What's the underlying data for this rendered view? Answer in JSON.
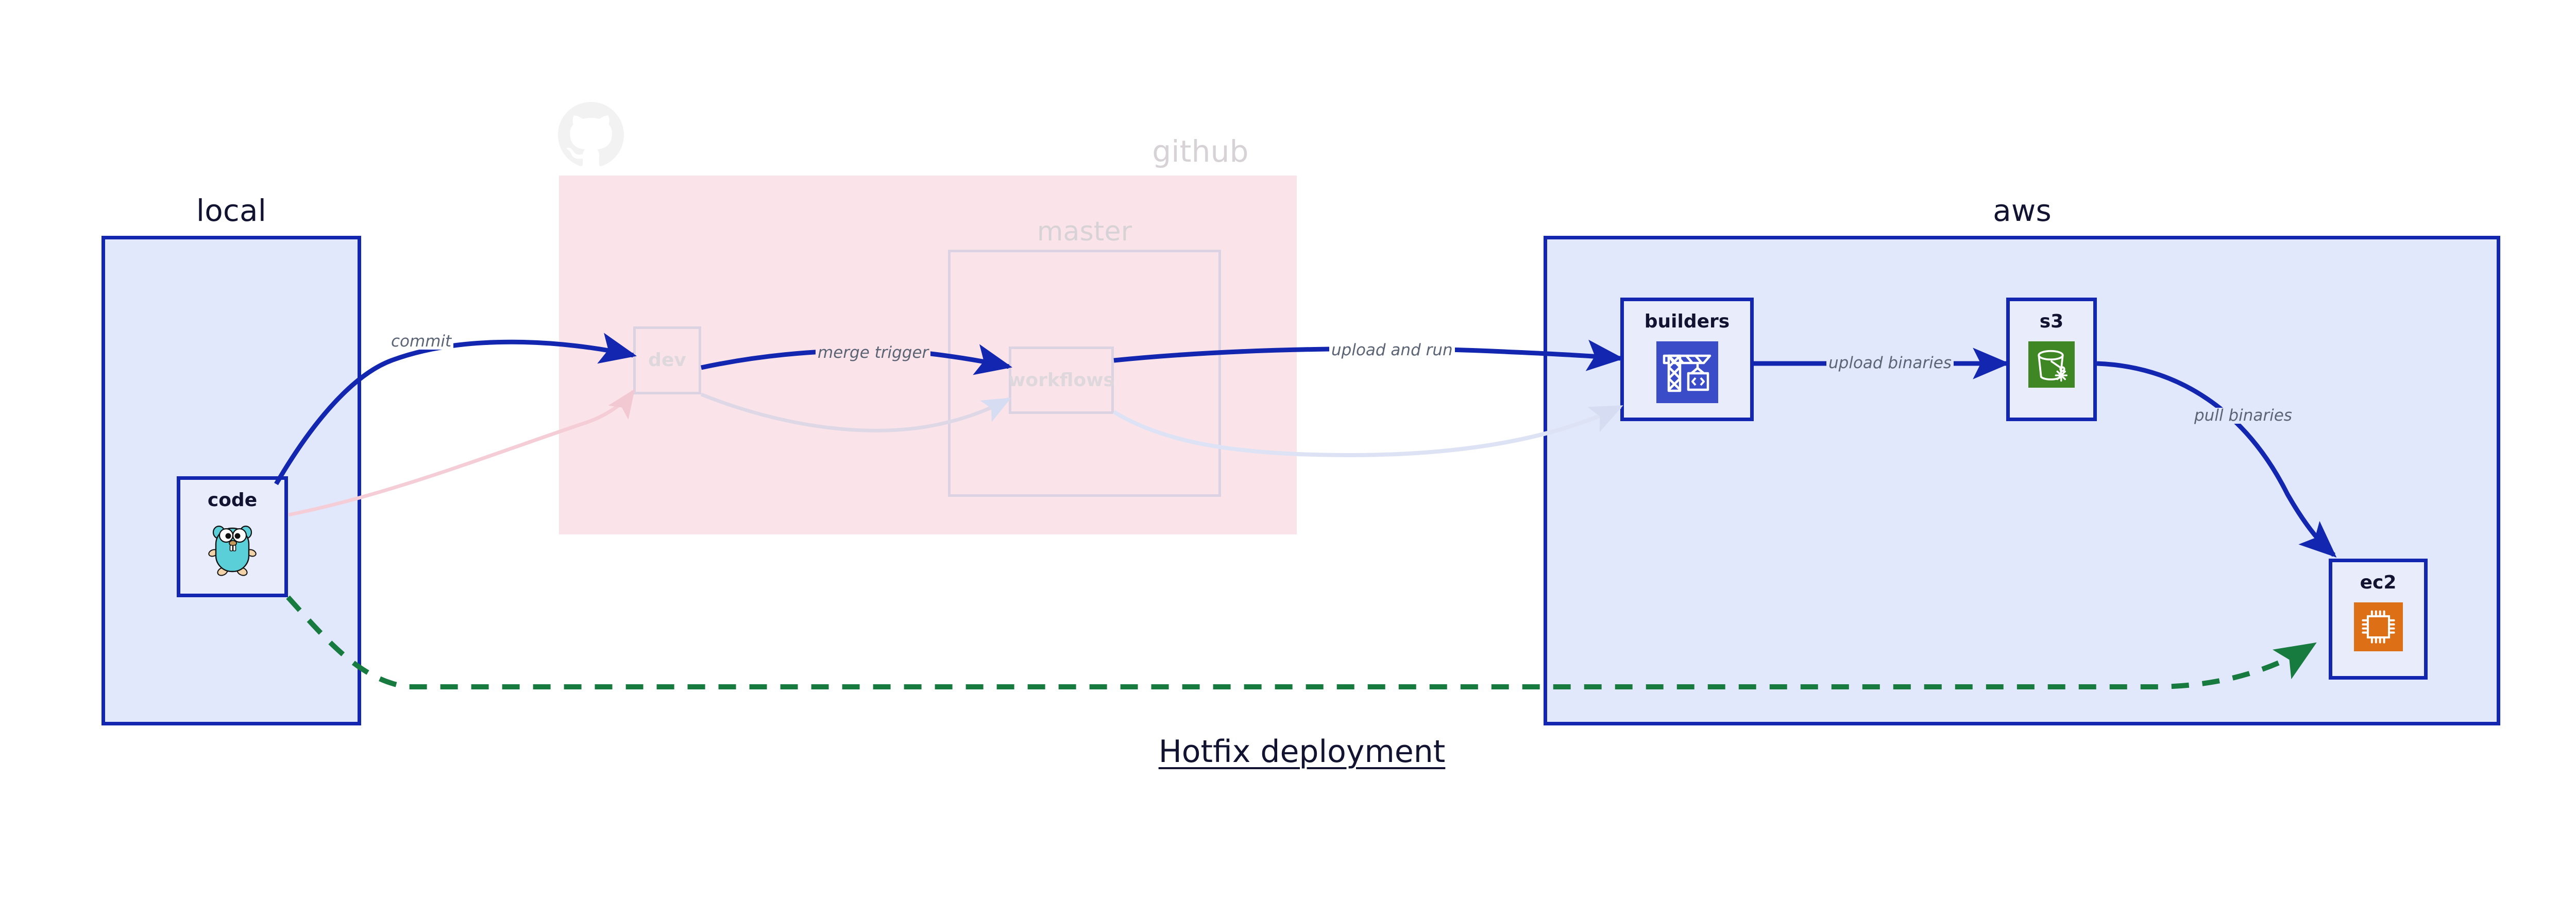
{
  "diagram": {
    "title": "Hotfix deployment",
    "type": "deployment-flow-diagram"
  },
  "colors": {
    "blue_stroke": "#1226b0",
    "blue_fill": "#e2e8fb",
    "node_fill": "#e9edfb",
    "pink_fill": "#fae4e9",
    "ghost_stroke": "#dbd2e3",
    "green_dashed": "#177a3f",
    "label_text": "#5b6474",
    "title_text": "#121330",
    "builders_icon_bg": "#3b4cc8",
    "s3_icon_bg": "#3f8624",
    "ec2_icon_bg": "#dd7016",
    "gopher_body": "#5bcfd8"
  },
  "groups": [
    {
      "id": "local",
      "label": "local",
      "style": "blue",
      "faded": false
    },
    {
      "id": "github",
      "label": "github",
      "style": "pink",
      "faded": true,
      "subgroups": [
        {
          "id": "master",
          "label": "master"
        }
      ]
    },
    {
      "id": "aws",
      "label": "aws",
      "style": "blue",
      "faded": false
    }
  ],
  "nodes": [
    {
      "id": "code",
      "group": "local",
      "label": "code",
      "icon": "go-gopher-icon",
      "faded": false
    },
    {
      "id": "dev",
      "group": "github",
      "label": "dev",
      "icon": "none",
      "faded": true
    },
    {
      "id": "workflows",
      "group": "master",
      "label": "workflows",
      "icon": "none",
      "faded": true
    },
    {
      "id": "builders",
      "group": "aws",
      "label": "builders",
      "icon": "build-crane-icon",
      "faded": false
    },
    {
      "id": "s3",
      "group": "aws",
      "label": "s3",
      "icon": "s3-glacier-bucket-icon",
      "faded": false
    },
    {
      "id": "ec2",
      "group": "aws",
      "label": "ec2",
      "icon": "ec2-chip-icon",
      "faded": false
    }
  ],
  "edges": [
    {
      "id": "commit",
      "from": "code",
      "to": "dev",
      "label": "commit",
      "style": "solid-blue",
      "faded": false
    },
    {
      "id": "merge-trigger",
      "from": "dev",
      "to": "workflows",
      "label": "merge trigger",
      "style": "solid-blue",
      "faded": false
    },
    {
      "id": "upload-and-run",
      "from": "workflows",
      "to": "builders",
      "label": "upload and run",
      "style": "solid-blue",
      "faded": false
    },
    {
      "id": "upload-binaries",
      "from": "builders",
      "to": "s3",
      "label": "upload binaries",
      "style": "solid-blue",
      "faded": false
    },
    {
      "id": "pull-binaries",
      "from": "s3",
      "to": "ec2",
      "label": "pull binaries",
      "style": "solid-blue",
      "faded": false
    },
    {
      "id": "hotfix-direct",
      "from": "code",
      "to": "ec2",
      "label": "",
      "style": "dashed-green",
      "faded": false
    },
    {
      "id": "ghost-code-dev",
      "from": "code",
      "to": "dev",
      "label": "",
      "style": "solid-pink-faded",
      "faded": true
    },
    {
      "id": "ghost-dev-workflows",
      "from": "dev",
      "to": "workflows",
      "label": "",
      "style": "solid-lavender-faded",
      "faded": true
    },
    {
      "id": "ghost-workflows-build",
      "from": "workflows",
      "to": "builders",
      "label": "",
      "style": "solid-lavender-faded",
      "faded": true
    }
  ]
}
